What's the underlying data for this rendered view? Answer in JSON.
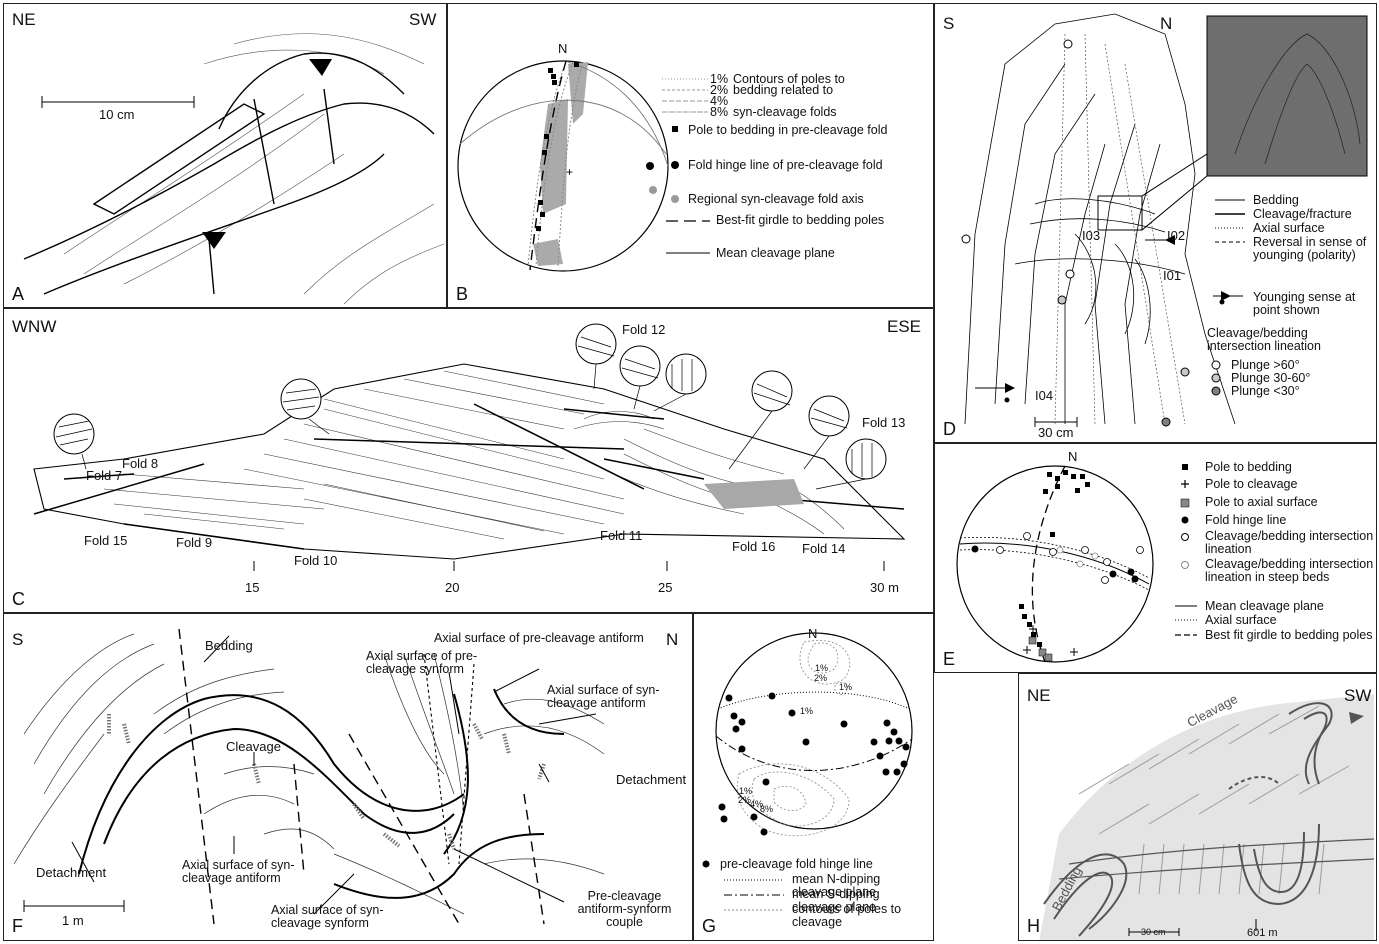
{
  "panels": {
    "A": {
      "letter": "A",
      "left_dir": "NE",
      "right_dir": "SW",
      "scale": "10 cm"
    },
    "B": {
      "letter": "B",
      "north": "N",
      "legend": [
        {
          "pct": "1%",
          "text": "Contours of poles to"
        },
        {
          "pct": "2%",
          "text": "bedding related to"
        },
        {
          "pct": "4%",
          "text": ""
        },
        {
          "pct": "8%",
          "text": "syn-cleavage folds"
        },
        {
          "text": "Pole to bedding in pre-cleavage fold",
          "symbol": "black-square-icon"
        },
        {
          "text": "Fold hinge line of pre-cleavage fold",
          "symbol": "black-dot-icon"
        },
        {
          "text": "Regional syn-cleavage fold axis",
          "symbol": "grey-dot-icon"
        },
        {
          "text": "Best-fit girdle to bedding poles",
          "symbol": "long-dash-line"
        },
        {
          "text": "Mean cleavage plane",
          "symbol": "solid-line"
        }
      ]
    },
    "C": {
      "letter": "C",
      "left_dir": "WNW",
      "right_dir": "ESE",
      "fold_labels": [
        "Fold 7",
        "Fold 8",
        "Fold 15",
        "Fold 9",
        "Fold 10",
        "Fold 12",
        "Fold 11",
        "Fold 16",
        "Fold 14",
        "Fold 13"
      ],
      "ticks": [
        "15",
        "20",
        "25",
        "30 m"
      ]
    },
    "D": {
      "letter": "D",
      "left_dir": "S",
      "right_dir": "N",
      "scale": "30 cm",
      "labels": [
        "I03",
        "I02",
        "I01",
        "I04"
      ],
      "legend": [
        {
          "text": "Bedding",
          "symbol": "thin-line"
        },
        {
          "text": "Cleavage/fracture",
          "symbol": "solid-line"
        },
        {
          "text": "Axial surface",
          "symbol": "dotted-line"
        },
        {
          "text": "Reversal in sense of younging (polarity)",
          "symbol": "dashed-line"
        },
        {
          "text": "Younging sense at point shown",
          "symbol": "arrow-icon"
        }
      ],
      "lineation_title": "Cleavage/bedding intersection lineation",
      "lineation": [
        {
          "text": "Plunge >60°",
          "color": "#ffffff"
        },
        {
          "text": "Plunge 30-60°",
          "color": "#c8c8c8"
        },
        {
          "text": "Plunge <30°",
          "color": "#808080"
        }
      ]
    },
    "E": {
      "letter": "E",
      "north": "N",
      "legend": [
        {
          "text": "Pole to bedding",
          "symbol": "black-square-icon"
        },
        {
          "text": "Pole to cleavage",
          "symbol": "plus-icon"
        },
        {
          "text": "Pole to axial surface",
          "symbol": "grey-square-icon"
        },
        {
          "text": "Fold hinge line",
          "symbol": "black-dot-icon"
        },
        {
          "text": "Cleavage/bedding intersection lineation",
          "symbol": "open-circle-icon"
        },
        {
          "text": "Cleavage/bedding intersection lineation in steep beds",
          "symbol": "grey-circle-icon"
        },
        {
          "text": "Mean cleavage plane",
          "symbol": "solid-line"
        },
        {
          "text": "Axial surface",
          "symbol": "dotted-line"
        },
        {
          "text": "Best fit girdle to bedding poles",
          "symbol": "dashed-line"
        }
      ]
    },
    "F": {
      "letter": "F",
      "left_dir": "S",
      "right_dir": "N",
      "scale": "1 m",
      "labels": {
        "bedding": "Bedding",
        "cleavage": "Cleavage",
        "detachment_left": "Detachment",
        "detachment_right": "Detachment",
        "ax_syn_antiform_left": "Axial surface of syn-cleavage antiform",
        "ax_syn_synform": "Axial surface of syn-cleavage synform",
        "ax_pre_synform": "Axial surface of pre-cleavage synform",
        "ax_pre_antiform": "Axial surface of pre-cleavage antiform",
        "ax_syn_antiform_right": "Axial surface of syn-cleavage antiform",
        "couple": "Pre-cleavage antiform-synform couple"
      }
    },
    "G": {
      "letter": "G",
      "north": "N",
      "contours": [
        "1%",
        "2%",
        "1%",
        "1%",
        "1%",
        "2%",
        "4%",
        "8%"
      ],
      "legend": [
        {
          "text": "pre-cleavage fold hinge line",
          "symbol": "black-dot-icon"
        },
        {
          "text": "mean N-dipping cleavage plane",
          "symbol": "dotted-line"
        },
        {
          "text": "mean S-dipping cleavage plane",
          "symbol": "dash-dot-line"
        },
        {
          "text": "contours of poles to cleavage",
          "symbol": "fine-dashed-line"
        }
      ]
    },
    "H": {
      "letter": "H",
      "left_dir": "NE",
      "right_dir": "SW",
      "labels": {
        "cleavage": "Cleavage",
        "bedding": "Bedding",
        "scale": "30 cm",
        "distance": "601 m"
      }
    }
  }
}
